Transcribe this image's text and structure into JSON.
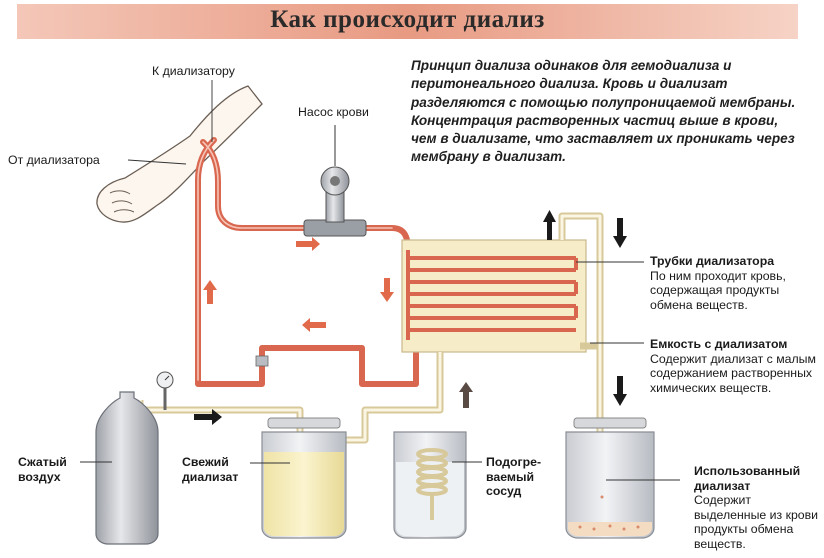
{
  "title": "Как происходит диализ",
  "intro": "Принцип диализа одинаков для гемодиализа и перитонеального диализа. Кровь и диализат разделяются с помощью полупроницаемой мембраны. Концентрация растворенных частиц выше в крови, чем в диализате, что заставляет их проникать через мембрану в диализат.",
  "labels": {
    "to_dialyzer": "К диализатору",
    "from_dialyzer": "От диализатора",
    "blood_pump": "Насос крови",
    "dialyzer_tubes_title": "Трубки диализатора",
    "dialyzer_tubes_text": "По ним проходит кровь, содержащая продукты обмена веществ.",
    "dialysate_tank_title": "Емкость с диализатом",
    "dialysate_tank_text": "Содержит диализат с малым содержанием растворенных химических веществ.",
    "compressed_air_1": "Сжатый",
    "compressed_air_2": "воздух",
    "fresh_dialysate_1": "Свежий",
    "fresh_dialysate_2": "диализат",
    "heated_vessel_1": "Подогре-",
    "heated_vessel_2": "ваемый",
    "heated_vessel_3": "сосуд",
    "used_dialysate_title_1": "Использованный",
    "used_dialysate_title_2": "диализат",
    "used_dialysate_text": "Содержит выделенные из крови продукты обмена веществ."
  },
  "colors": {
    "blood_tube": "#d9674f",
    "dialysate_tube": "#f3e6bf",
    "arrow_blood": "#e06a4a",
    "arrow_dark": "#1a1a1a",
    "title_band": "#e89a82"
  }
}
